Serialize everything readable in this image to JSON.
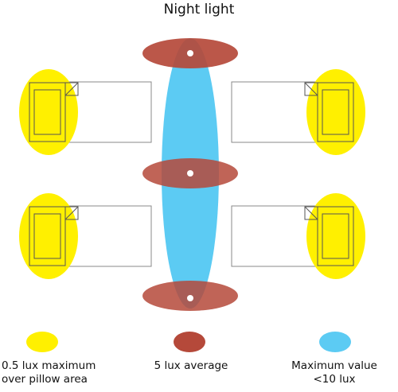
{
  "title": "Night light",
  "colors": {
    "pillow": "#fff000",
    "average": "#b5493a",
    "maximum": "#5ccbf3",
    "outline": "#555555"
  },
  "legend": [
    {
      "lines": [
        "0.5 lux maximum",
        "over pillow area"
      ],
      "color": "#fff000"
    },
    {
      "lines": [
        "5 lux average"
      ],
      "color": "#b5493a"
    },
    {
      "lines": [
        "Maximum value",
        "<10 lux"
      ],
      "color": "#5ccbf3"
    }
  ]
}
